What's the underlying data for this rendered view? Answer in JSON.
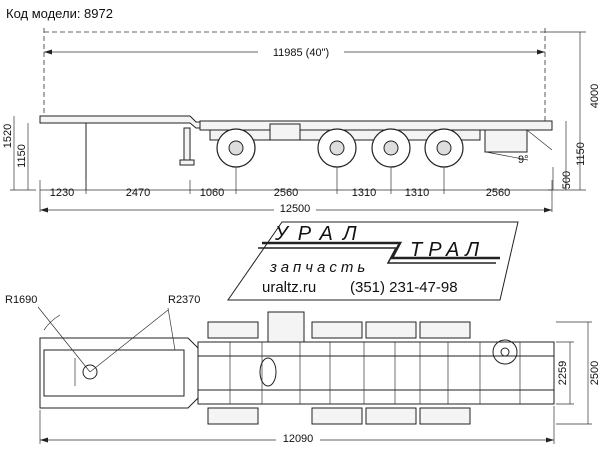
{
  "header": {
    "model_label": "Код модели: 8972"
  },
  "side_view": {
    "container_length": "11985 (40\")",
    "height_total": "4000",
    "height_left_1": "1520",
    "height_left_2": "1150",
    "height_right_1": "1150",
    "height_right_2": "500",
    "angle": "9°",
    "segments": [
      "1230",
      "2470",
      "1060",
      "2560",
      "1310",
      "1310",
      "2560"
    ],
    "overall_length": "12500"
  },
  "logo": {
    "word_ural": "УРАЛ",
    "word_tral": "ТРАЛ",
    "word_parts": "запчасть",
    "website": "uraltz.ru",
    "phone": "(351) 231-47-98"
  },
  "top_view": {
    "radius_front": "R1690",
    "radius_swing": "R2370",
    "inner_width": "2259",
    "outer_width": "2500",
    "frame_length": "12090"
  }
}
